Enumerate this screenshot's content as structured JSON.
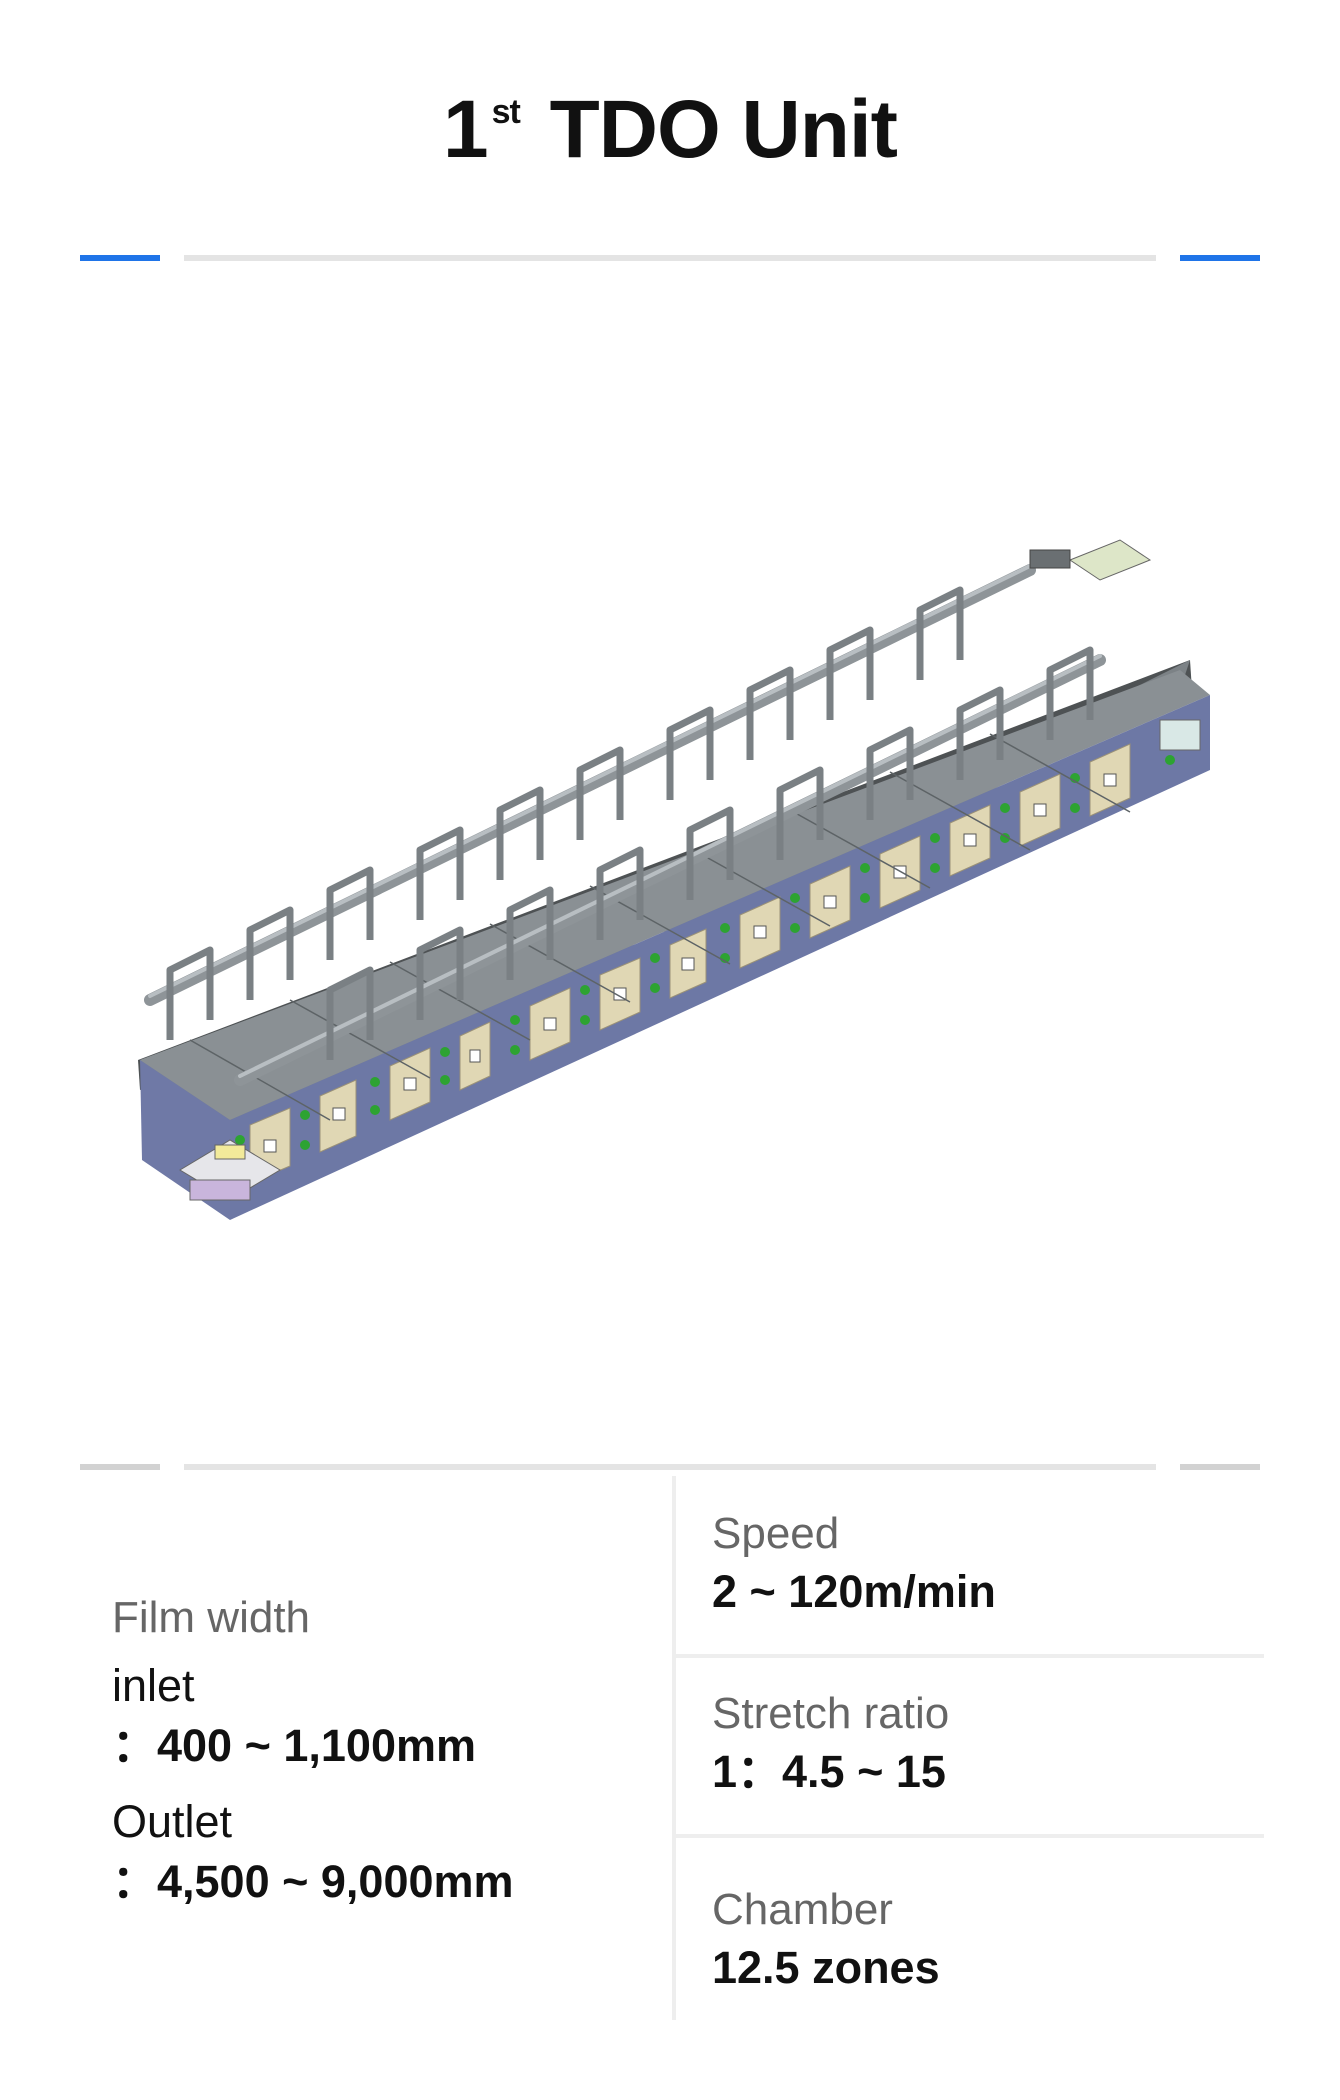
{
  "header": {
    "title_number": "1",
    "title_suffix": "st",
    "title_rest": "TDO Unit"
  },
  "colors": {
    "accent": "#1f74e8",
    "divider": "#e4e4e4"
  },
  "figure": {
    "icon": "tdo-unit-3d-model-icon"
  },
  "specs": {
    "film_width": {
      "label": "Film width",
      "inlet_label": "inlet",
      "inlet_value": "：400 ~ 1,100mm",
      "outlet_label": "Outlet",
      "outlet_value": "：4,500 ~ 9,000mm"
    },
    "speed": {
      "label": "Speed",
      "value": "2 ~ 120m/min"
    },
    "stretch_ratio": {
      "label": "Stretch ratio",
      "value": "1：4.5 ~ 15"
    },
    "chamber": {
      "label": "Chamber",
      "value": "12.5 zones"
    }
  }
}
